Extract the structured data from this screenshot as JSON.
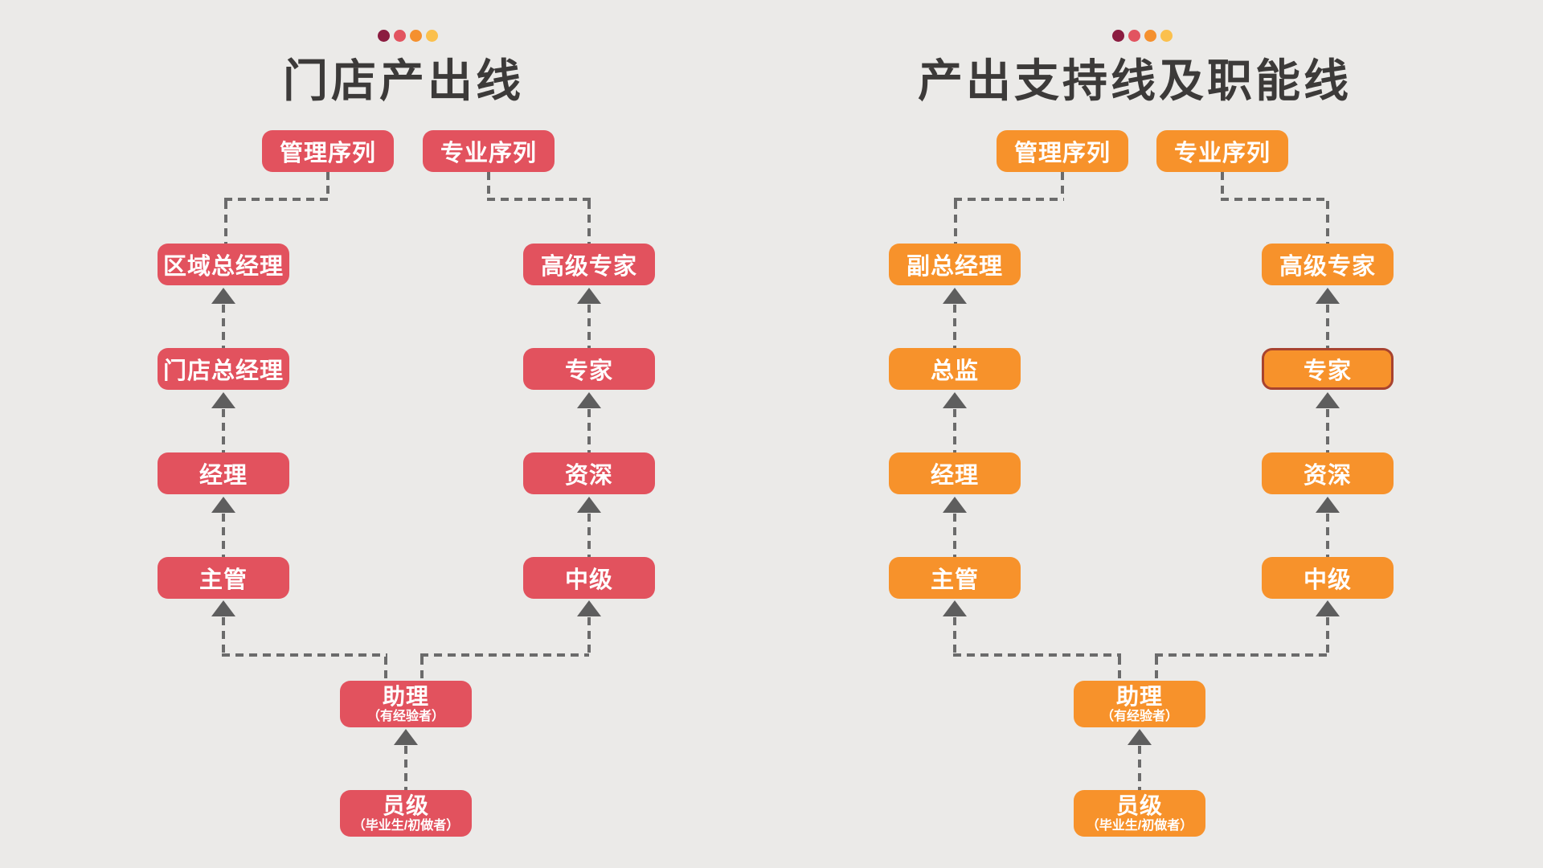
{
  "colors": {
    "background": "#EBEAE8",
    "red": "#E2525E",
    "orange": "#F7922B",
    "title_text": "#3C3A39",
    "line_gray": "#6B6B6B",
    "arrow_gray": "#5E5E5E",
    "expert_outline": "#A8432F",
    "box_text": "#FFFFFF"
  },
  "dot_colors": [
    "#8B1C40",
    "#E25460",
    "#F5902E",
    "#FBC04D"
  ],
  "left": {
    "title": "门店产出线",
    "headers": {
      "management": "管理序列",
      "professional": "专业序列"
    },
    "management_track": [
      "区域总经理",
      "门店总经理",
      "经理",
      "主管"
    ],
    "professional_track": [
      "高级专家",
      "专家",
      "资深",
      "中级"
    ],
    "shared_track": [
      {
        "main": "助理",
        "sub": "（有经验者）"
      },
      {
        "main": "员级",
        "sub": "（毕业生/初做者）"
      }
    ]
  },
  "right": {
    "title": "产出支持线及职能线",
    "headers": {
      "management": "管理序列",
      "professional": "专业序列"
    },
    "management_track": [
      "副总经理",
      "总监",
      "经理",
      "主管"
    ],
    "professional_track": [
      "高级专家",
      "专家",
      "资深",
      "中级"
    ],
    "shared_track": [
      {
        "main": "助理",
        "sub": "（有经验者）"
      },
      {
        "main": "员级",
        "sub": "（毕业生/初做者）"
      }
    ]
  }
}
